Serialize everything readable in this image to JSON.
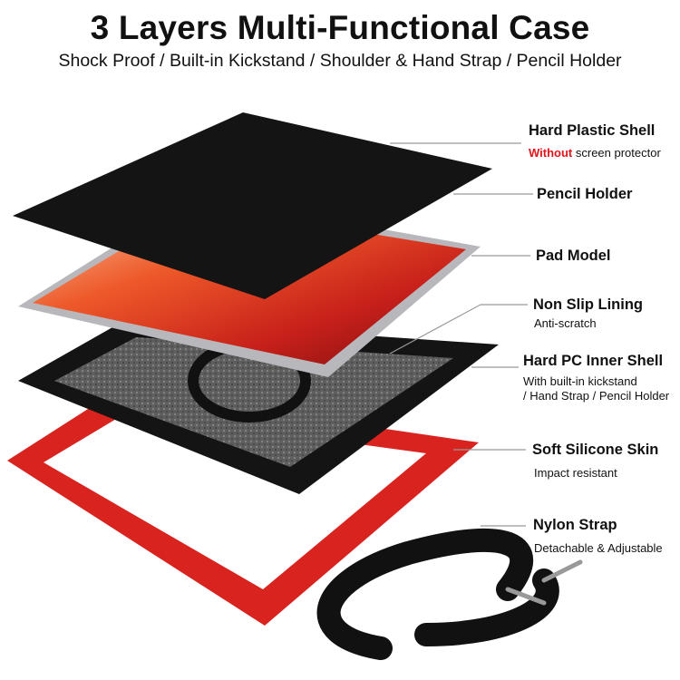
{
  "header": {
    "title": "3 Layers Multi-Functional Case",
    "subtitle": "Shock Proof / Built-in Kickstand / Shoulder & Hand Strap / Pencil Holder"
  },
  "callouts": [
    {
      "label": "Hard Plastic Shell",
      "highlight": "Without",
      "detail": " screen protector"
    },
    {
      "label": "Pencil Holder"
    },
    {
      "label": "Pad Model"
    },
    {
      "label": "Non Slip Lining",
      "detail": "Anti-scratch"
    },
    {
      "label": "Hard PC Inner Shell",
      "detail": "With built-in kickstand",
      "detail2": "/ Hand Strap / Pencil Holder"
    },
    {
      "label": "Soft Silicone Skin",
      "detail": "Impact resistant"
    },
    {
      "label": "Nylon Strap",
      "detail": "Detachable & Adjustable"
    }
  ],
  "colors": {
    "accent_red": "#e0141a",
    "skin_red": "#d8231f",
    "shell_black": "#141414",
    "lining_gray": "#6a6a6a"
  }
}
